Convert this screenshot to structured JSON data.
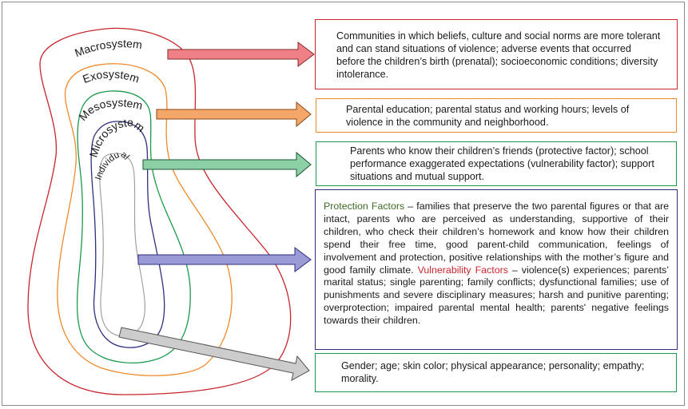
{
  "layers": {
    "macrosystem": "Macrosystem",
    "exosystem": "Exosystem",
    "mesosystem": "Mesosystem",
    "microsystem": "Microsystem",
    "individual": "Individual"
  },
  "boxes": {
    "macro": "Communities in which beliefs, culture and social norms are more tolerant and can stand situations of violence; adverse events that occurred before the children’s birth (prenatal); socioeconomic conditions; diversity intolerance.",
    "exo": "Parental education; parental status and working hours; levels of violence in the community and neighborhood.",
    "meso": "Parents who know their children’s friends (protective factor); school performance exaggerated expectations (vulnerability factor); support situations and mutual support.",
    "micro": {
      "protection_label": "Protection Factors",
      "protection_text": " – families that preserve the two parental figures or that are intact, parents who are perceived as understanding, supportive of their children, who check their children’s homework and know how their children spend their free time, good parent-child communication, feelings of involvement and protection, positive relationships with the mother’s figure and good family climate. ",
      "vulnerability_label": "Vulnerability Factors",
      "vulnerability_text": " – violence(s) experiences; parents’ marital status; single parenting; family conflicts; dysfunctional families; use of punishments and severe disciplinary measures; harsh and punitive parenting; overprotection; impaired parental mental health; parents' negative feelings towards their children."
    },
    "individual": "Gender; age; skin color; physical appearance; personality; empathy; morality."
  },
  "colors": {
    "macro": "#c8262c",
    "exo": "#f0892a",
    "meso": "#1a9a4a",
    "micro": "#2e2f7e",
    "individual_outline": "#9a9a9a",
    "arrow_macro": "#ef8087",
    "arrow_exo": "#f5a76a",
    "arrow_meso": "#8dd0a8",
    "arrow_micro": "#9a9ad6",
    "arrow_individual": "#cccccc"
  }
}
